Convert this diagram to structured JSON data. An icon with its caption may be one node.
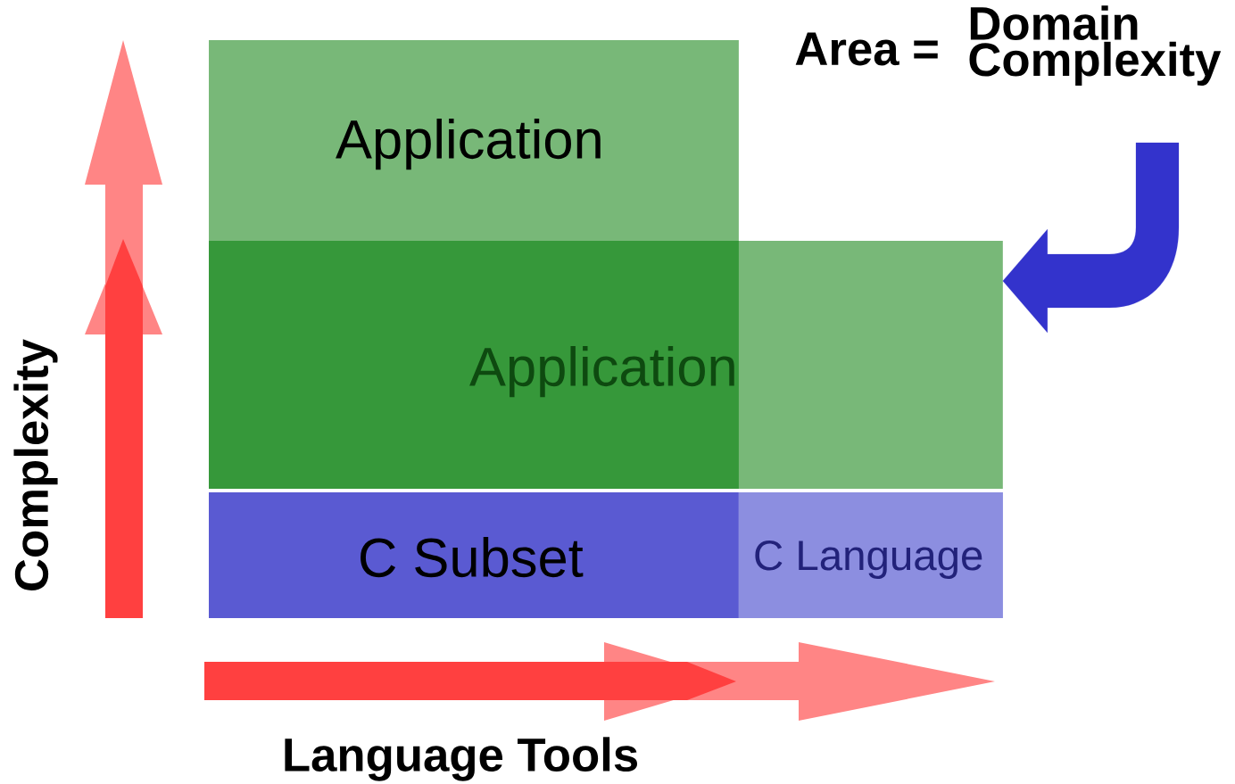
{
  "diagram": {
    "nodes": [
      {
        "text": [
          "Application"
        ]
      },
      {
        "text": [
          "Application"
        ]
      },
      {
        "text": [
          "C Subset"
        ]
      },
      {
        "text": [
          "C Language"
        ]
      }
    ],
    "edges": [
      {
        "from": null,
        "to": 1,
        "arrow": "to"
      }
    ],
    "labels": [
      "Area =",
      "Domain Complexity",
      "Complexity",
      "Language Tools"
    ]
  }
}
